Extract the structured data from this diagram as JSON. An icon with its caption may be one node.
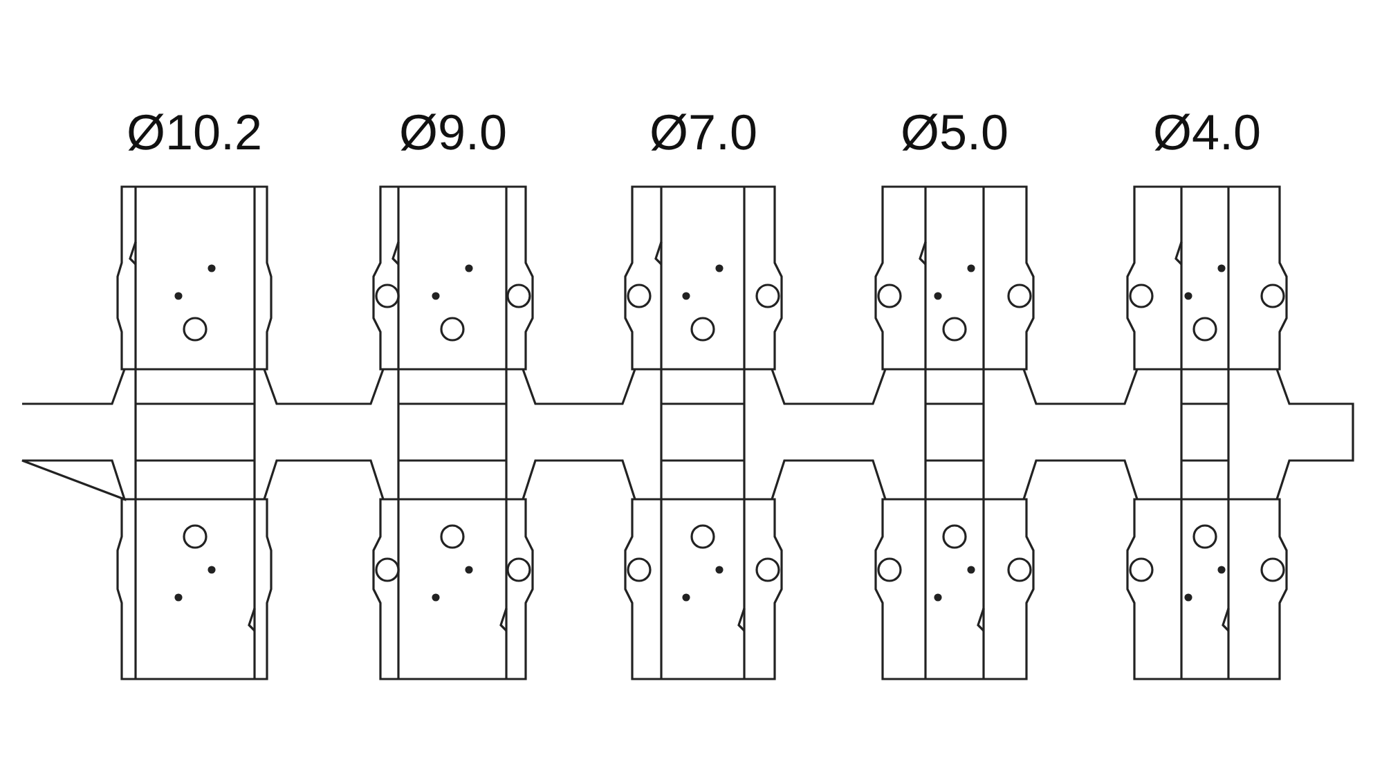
{
  "diagram": {
    "labels": [
      "Ø10.2",
      "Ø9.0",
      "Ø7.0",
      "Ø5.0",
      "Ø4.0"
    ]
  }
}
